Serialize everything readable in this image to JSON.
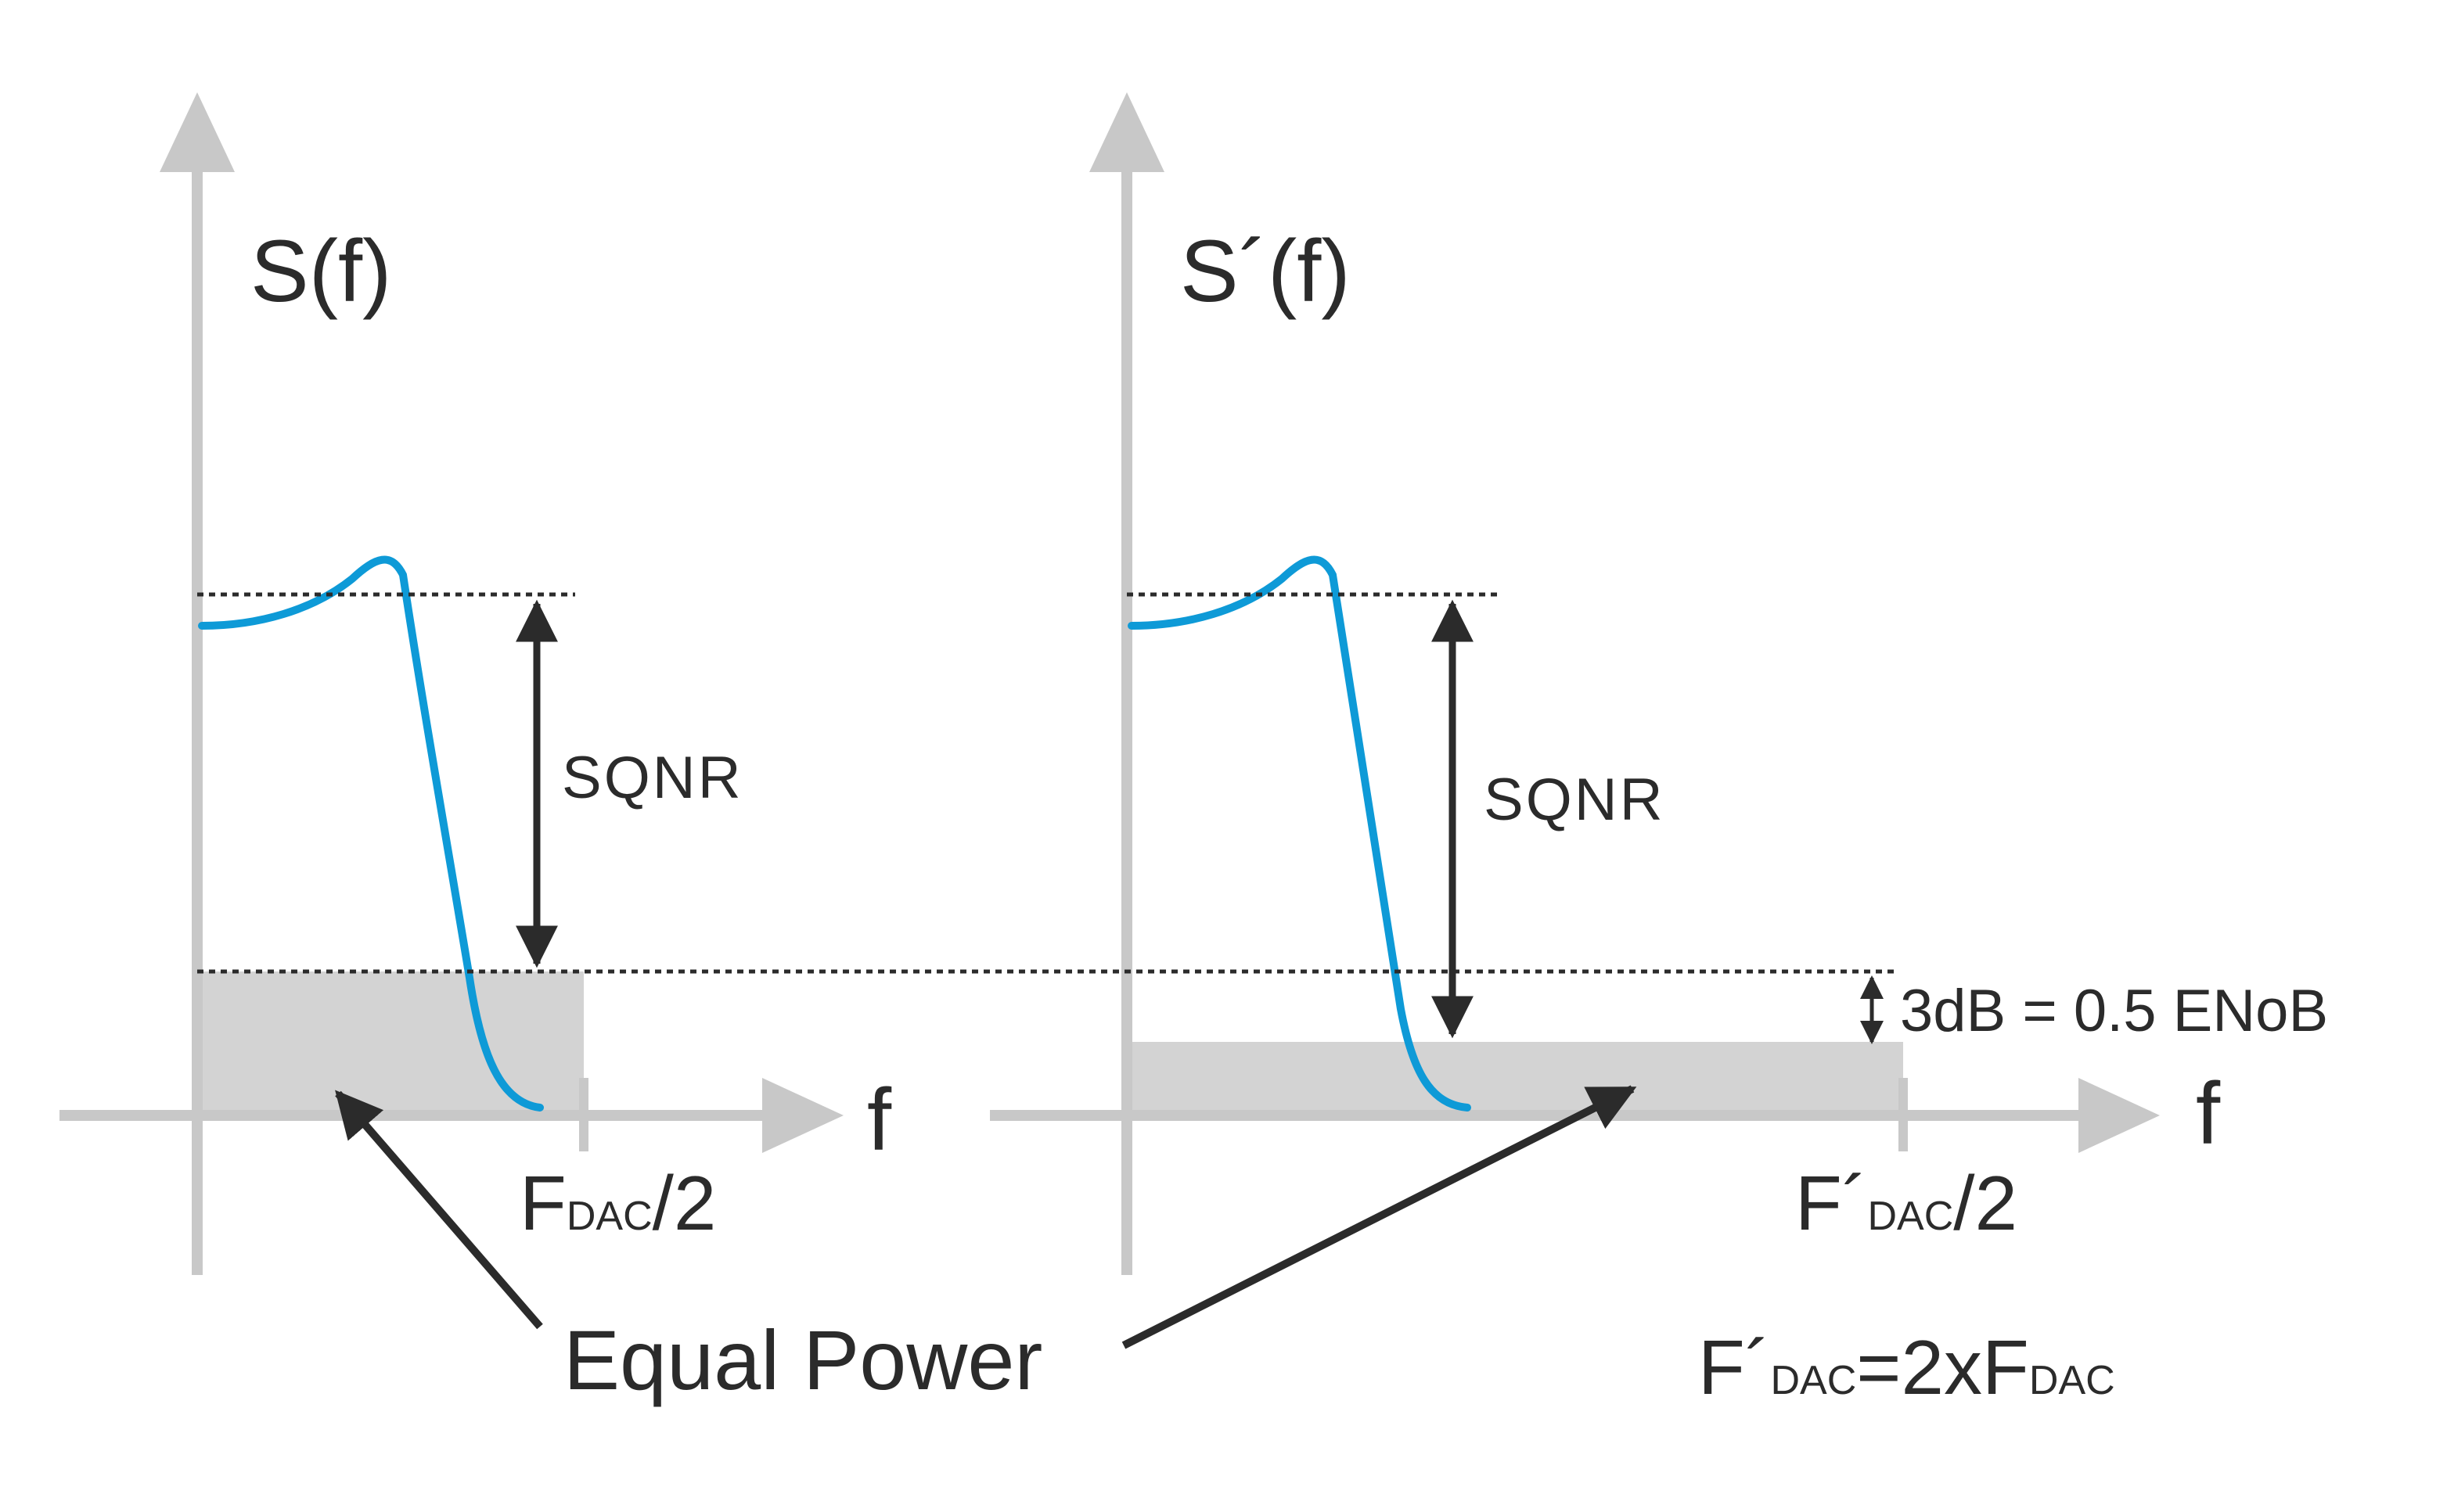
{
  "left_panel": {
    "y_axis_label": "S(f)",
    "snr_label": "SQNR",
    "x_axis_label": "f",
    "tick_main": "F",
    "tick_sub": "DAC",
    "tick_tail": "/2"
  },
  "right_panel": {
    "y_axis_label": "S´(f)",
    "snr_label": "SQNR",
    "x_axis_label": "f",
    "tick_main": "F´",
    "tick_sub": "DAC",
    "tick_tail": "/2"
  },
  "annotations": {
    "equal_power": "Equal Power",
    "delta_label": "3dB = 0.5 ENoB",
    "relation_main_1": "F´",
    "relation_sub_1": "DAC",
    "relation_mid": "=2xF",
    "relation_sub_2": "DAC"
  },
  "colors": {
    "axis": "#c8c8c8",
    "curve": "#0e9ad7",
    "noise_fill": "#d3d3d3",
    "ink": "#2b2b2b"
  }
}
